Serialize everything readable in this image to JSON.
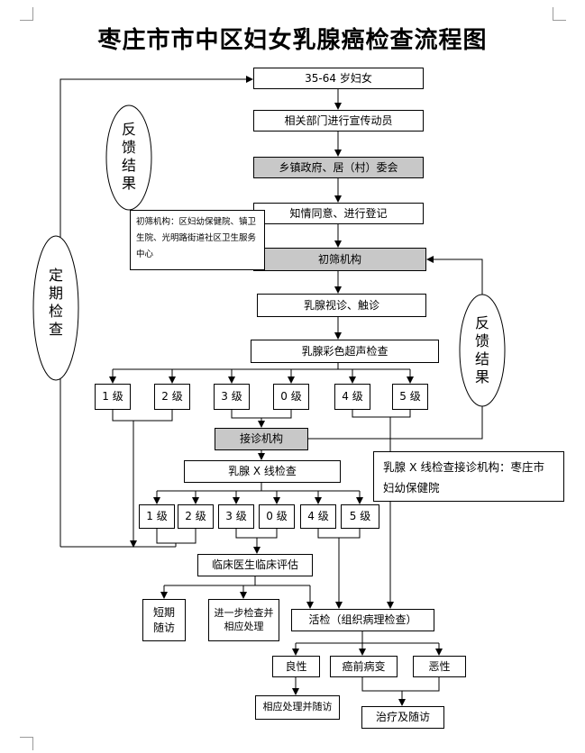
{
  "title": "枣庄市市中区妇女乳腺癌检查流程图",
  "boxes": {
    "women": "35-64 岁妇女",
    "mobilize": "相关部门进行宣传动员",
    "committee": "乡镇政府、居（村）委会",
    "consent": "知情同意、进行登记",
    "screening": "初筛机构",
    "exam": "乳腺视诊、触诊",
    "ultrasound": "乳腺彩色超声检查",
    "referral": "接诊机构",
    "xray": "乳腺 X 线检查",
    "clinical": "临床医生临床评估",
    "short_line1": "短期",
    "short_line2": "随访",
    "further_line1": "进一步检查并",
    "further_line2": "相应处理",
    "biopsy": "活检（组织病理检查）",
    "benign": "良性",
    "precancer": "癌前病变",
    "malignant": "恶性",
    "handle": "相应处理并随访",
    "treatment": "治疗及随访"
  },
  "grades_ultrasound": [
    "1 级",
    "2 级",
    "3 级",
    "0 级",
    "4 级",
    "5 级"
  ],
  "grades_xray": [
    "1 级",
    "2 级",
    "3 级",
    "0 级",
    "4 级",
    "5 级"
  ],
  "notes": {
    "screening_institutions": "初筛机构：区妇幼保健院、镇卫生院、光明路街道社区卫生服务中心",
    "xray_institution": "乳腺 X 线检查接诊机构：枣庄市妇幼保健院"
  },
  "ellipses": {
    "feedback_top": [
      "反",
      "馈",
      "结",
      "果"
    ],
    "periodic": [
      "定",
      "期",
      "检",
      "查"
    ],
    "feedback_right": [
      "反",
      "馈",
      "结",
      "果"
    ]
  }
}
